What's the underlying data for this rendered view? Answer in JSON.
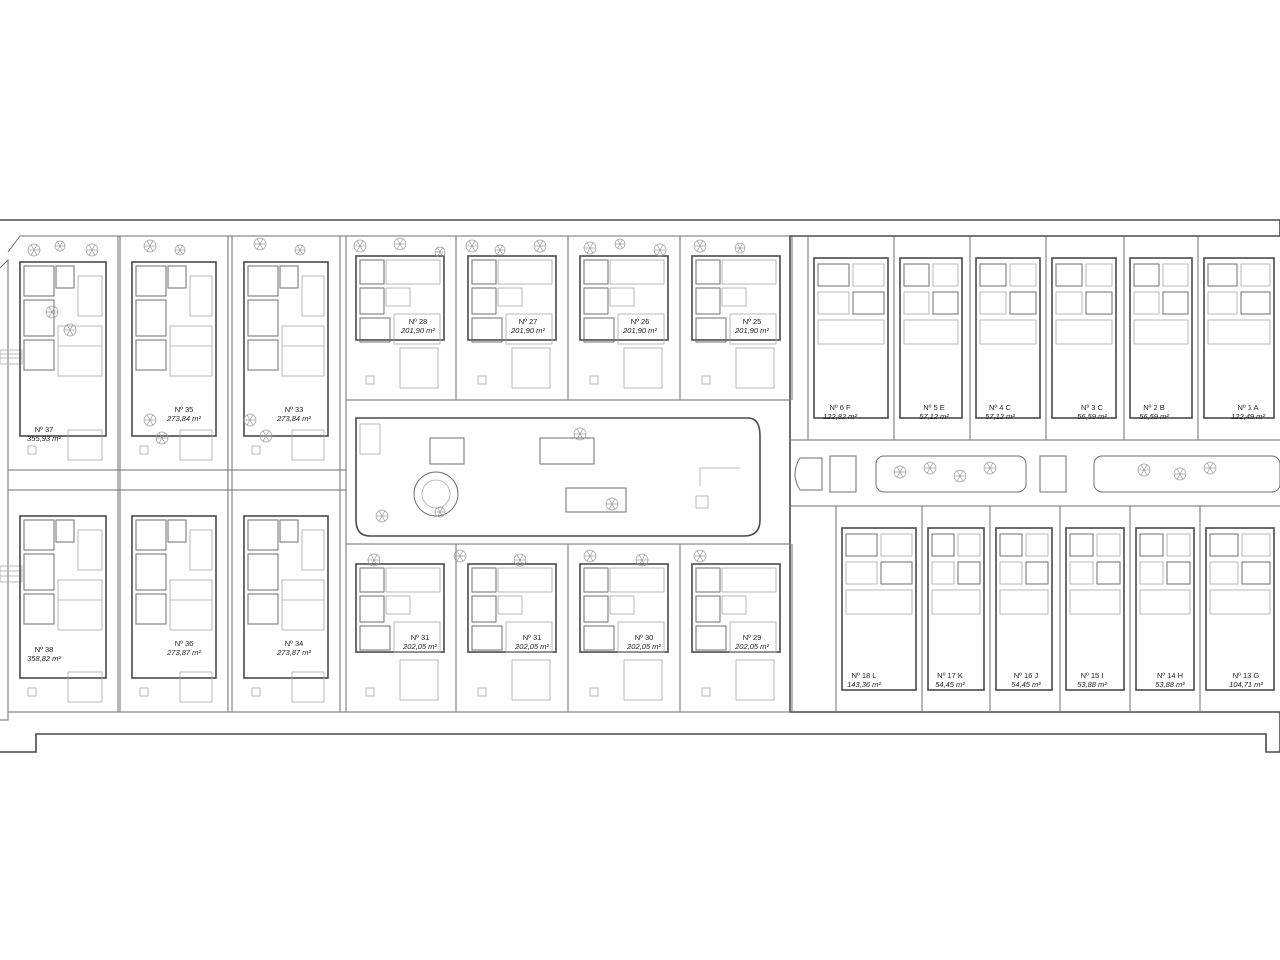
{
  "colors": {
    "line": "#6f6f6f",
    "wall": "#4a4a4a",
    "thin": "#a8a8a8",
    "text": "#1c1c1c"
  },
  "units_top_left": [
    {
      "no": "Nº 37",
      "area": "355,93 m²"
    },
    {
      "no": "Nº 35",
      "area": "273,84 m²"
    },
    {
      "no": "Nº 33",
      "area": "273,84 m²"
    },
    {
      "no": "Nº 28",
      "area": "201,90 m²"
    },
    {
      "no": "Nº 27",
      "area": "201,90 m²"
    },
    {
      "no": "Nº 26",
      "area": "201,90 m²"
    },
    {
      "no": "Nº 25",
      "area": "201,90 m²"
    }
  ],
  "units_bottom_left": [
    {
      "no": "Nº 38",
      "area": "358,82 m²"
    },
    {
      "no": "Nº 36",
      "area": "273,87 m²"
    },
    {
      "no": "Nº 34",
      "area": "273,87 m²"
    },
    {
      "no": "Nº 31",
      "area": "202,05 m²"
    },
    {
      "no": "Nº 31",
      "area": "202,05 m²"
    },
    {
      "no": "Nº 30",
      "area": "202,05 m²"
    },
    {
      "no": "Nº 29",
      "area": "202,05 m²"
    }
  ],
  "units_top_right": [
    {
      "no": "Nº 6 F",
      "area": "122,82 m²"
    },
    {
      "no": "Nº 5 E",
      "area": "57,12 m²"
    },
    {
      "no": "Nº 4 C",
      "area": "57,12 m²"
    },
    {
      "no": "Nº 3 C",
      "area": "56,59 m²"
    },
    {
      "no": "Nº 2 B",
      "area": "56,59 m²"
    },
    {
      "no": "Nº 1 A",
      "area": "122,49 m²"
    }
  ],
  "units_bottom_right": [
    {
      "no": "Nº 18 L",
      "area": "143,36 m²"
    },
    {
      "no": "Nº 17 K",
      "area": "54,45 m²"
    },
    {
      "no": "Nº 16 J",
      "area": "54,45 m²"
    },
    {
      "no": "Nº 15 I",
      "area": "53,88 m²"
    },
    {
      "no": "Nº 14 H",
      "area": "53,88 m²"
    },
    {
      "no": "Nº 13 G",
      "area": "104,71 m²"
    }
  ]
}
